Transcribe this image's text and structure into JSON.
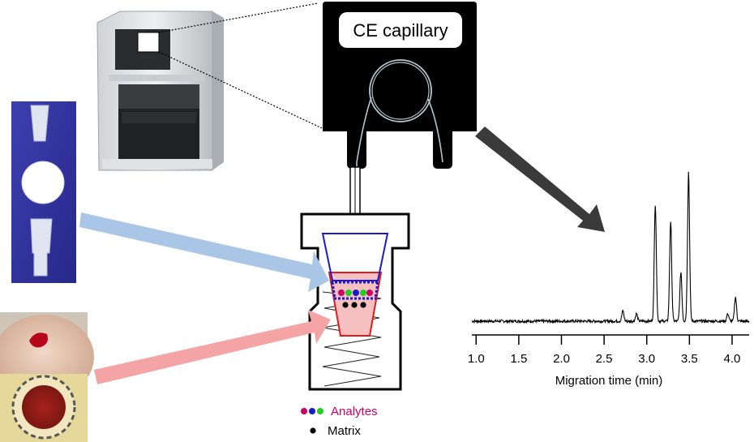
{
  "cartridge": {
    "label": "CE capillary"
  },
  "legend": {
    "analytes_label": "Analytes",
    "matrix_label": "Matrix",
    "analyte_colors": [
      "#cc0066",
      "#1a1acc",
      "#22cc22"
    ],
    "matrix_color": "#000000"
  },
  "colors": {
    "blue_arrow": "#a9c6e6",
    "pink_arrow": "#f4a4a4",
    "dark_arrow": "#3a3a3a",
    "vial_outer": "#000000",
    "inner_insert_blue": "#1a1acc",
    "inner_cone_red": "#e01a1a",
    "analytes_text": "#cc0066"
  },
  "chart_data": {
    "type": "line",
    "title": "",
    "xlabel": "Migration time (min)",
    "ylabel": "",
    "xlim": [
      0.95,
      4.2
    ],
    "x_ticks": [
      1.0,
      1.5,
      2.0,
      2.5,
      3.0,
      3.5,
      4.0
    ],
    "x_tick_labels": [
      "1.0",
      "1.5",
      "2.0",
      "2.5",
      "3.0",
      "3.5",
      "4.0"
    ],
    "baseline": 0,
    "peaks": [
      {
        "x": 2.72,
        "height": 0.07
      },
      {
        "x": 2.88,
        "height": 0.05
      },
      {
        "x": 3.1,
        "height": 0.78
      },
      {
        "x": 3.28,
        "height": 0.67
      },
      {
        "x": 3.4,
        "height": 0.33
      },
      {
        "x": 3.49,
        "height": 1.0
      },
      {
        "x": 3.95,
        "height": 0.05
      },
      {
        "x": 4.04,
        "height": 0.16
      }
    ]
  }
}
